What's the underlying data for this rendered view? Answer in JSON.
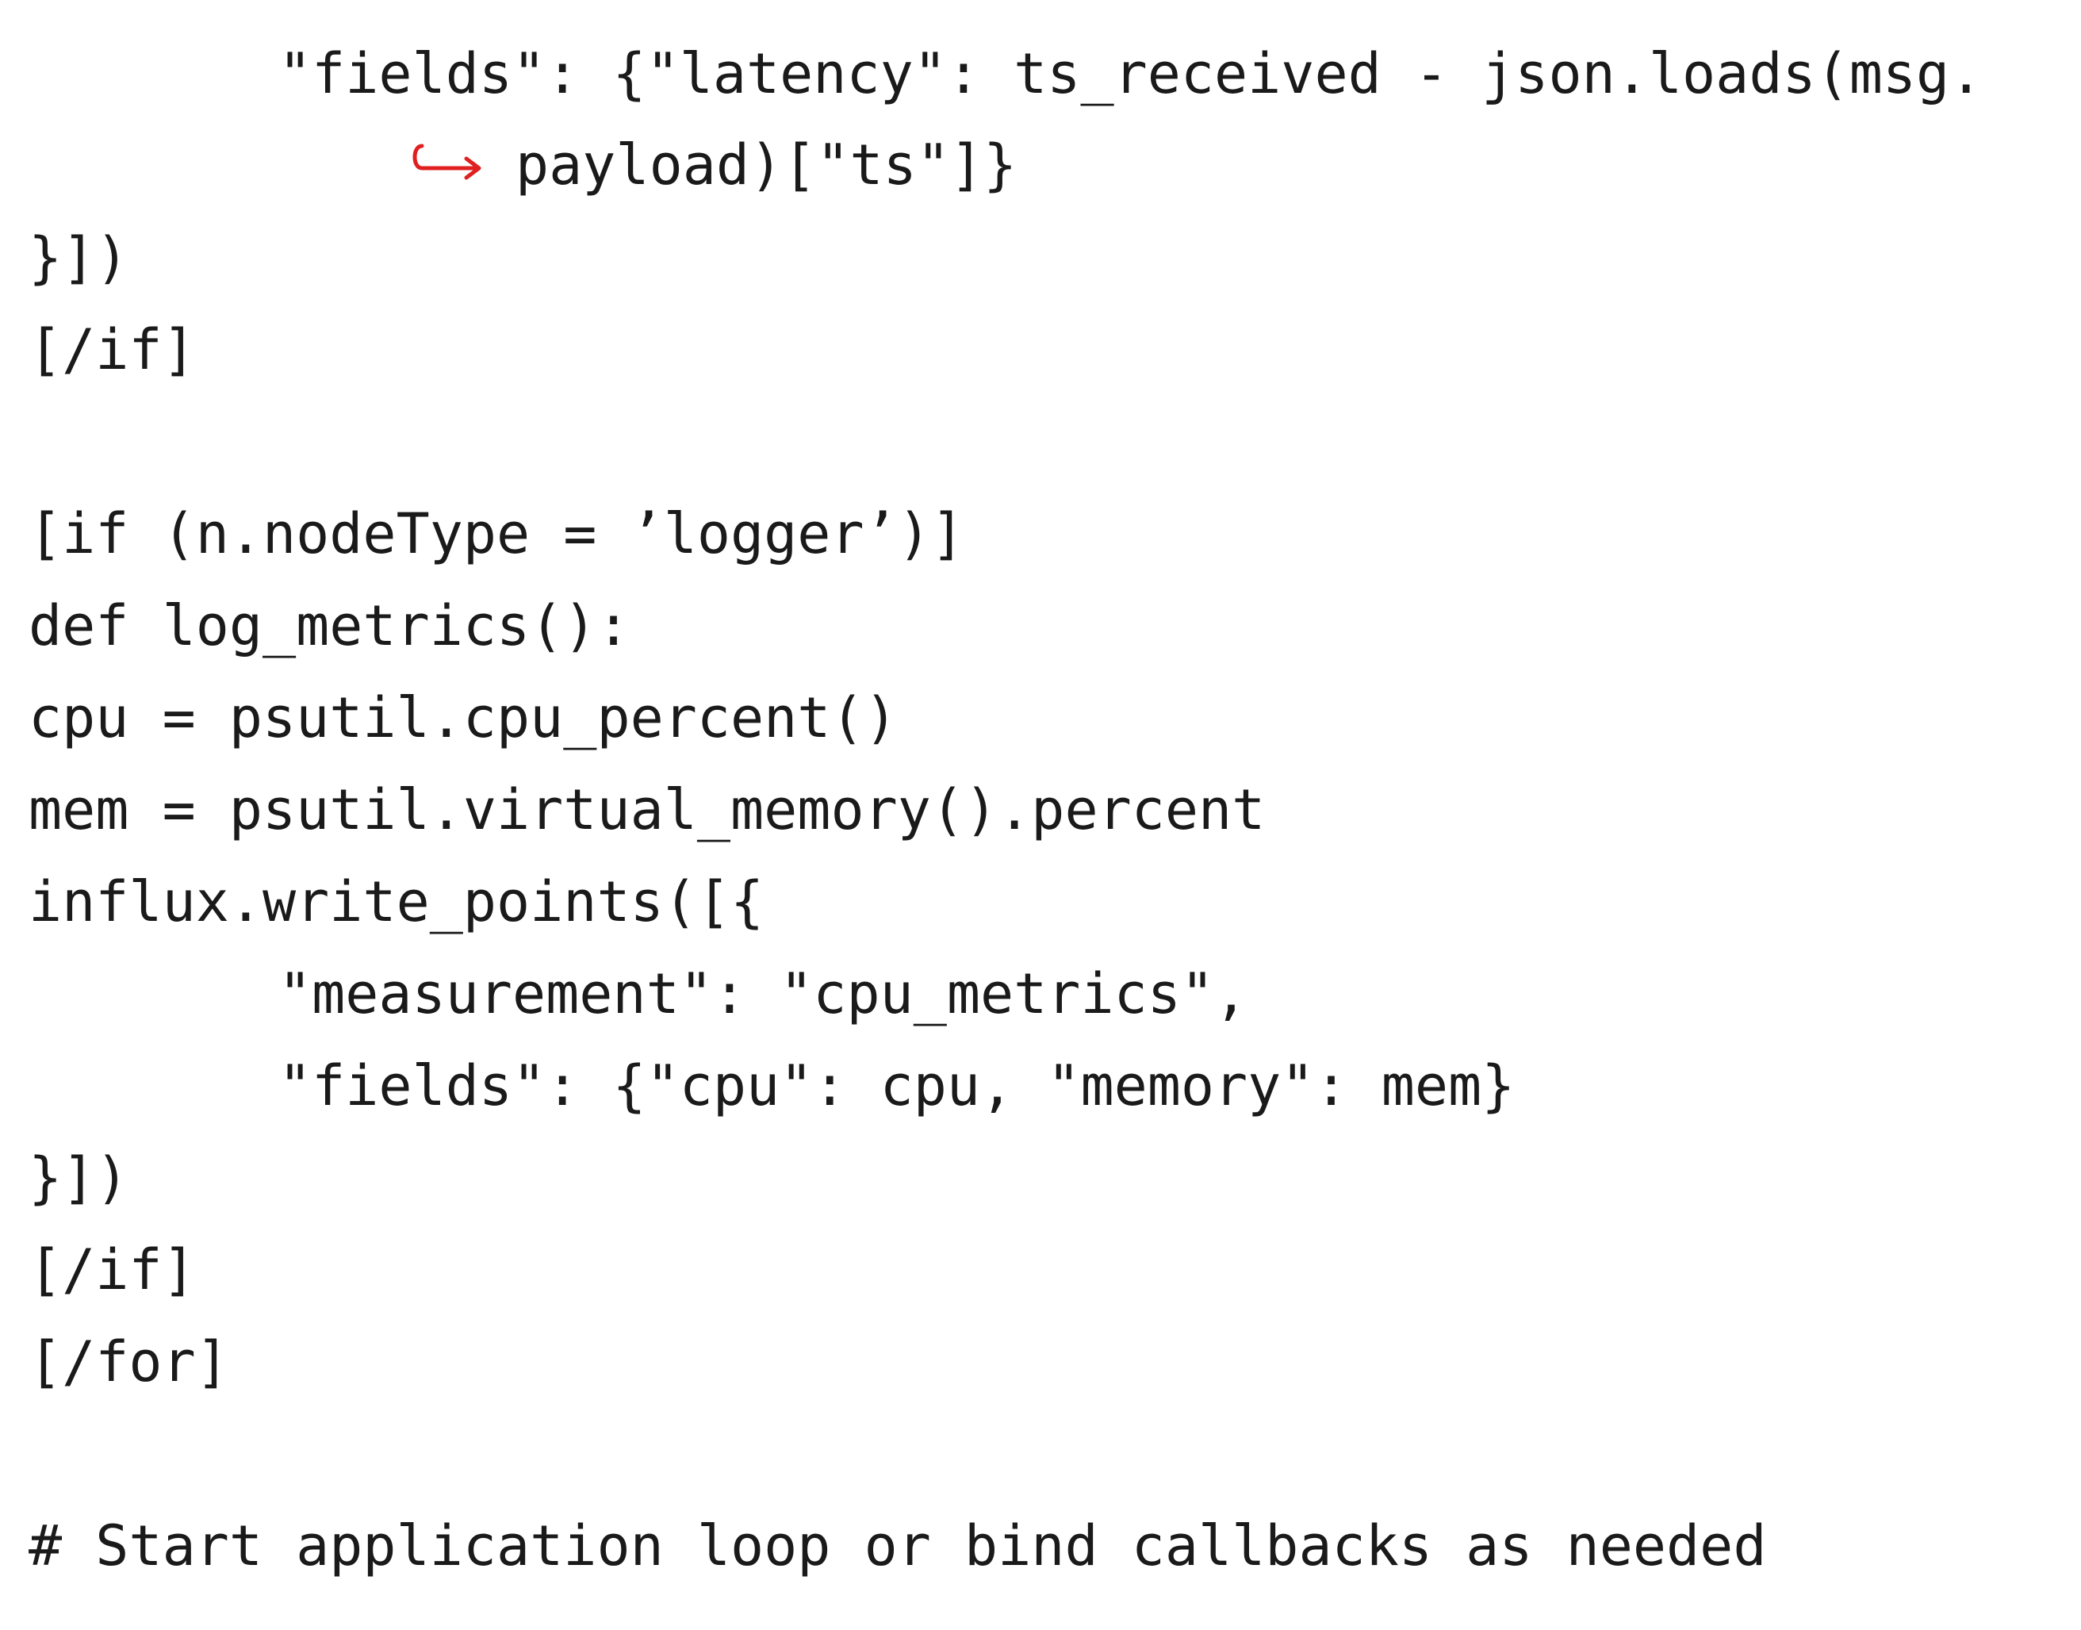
{
  "code": {
    "lines": [
      "\"fields\": {\"latency\": ts_received - json.loads(msg.",
      "payload)[\"ts\"]}",
      "}])",
      "[/if]",
      "",
      "[if (n.nodeType = ’logger’)]",
      "def log_metrics():",
      "cpu = psutil.cpu_percent()",
      "mem = psutil.virtual_memory().percent",
      "influx.write_points([{",
      "\"measurement\": \"cpu_metrics\",",
      "\"fields\": {\"cpu\": cpu, \"memory\": mem}",
      "}])",
      "[/if]",
      "[/for]",
      "",
      "# Start application loop or bind callbacks as needed"
    ]
  },
  "colors": {
    "text": "#1a1a1a",
    "wrap_arrow": "#e02020",
    "background": "#ffffff"
  },
  "icons": {
    "wrap_arrow": "line-continuation-arrow-icon"
  }
}
